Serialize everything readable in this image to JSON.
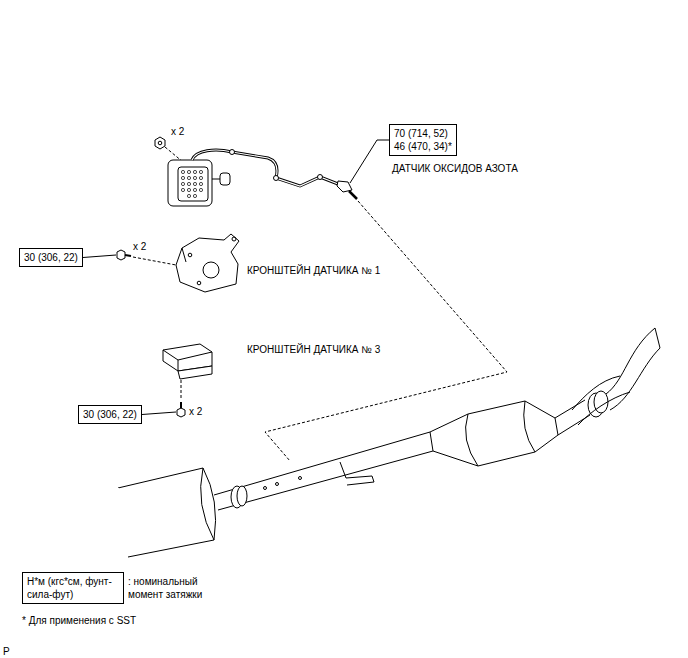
{
  "diagram": {
    "nodes": [
      {
        "text": [
          "70 (714, 52)",
          "46 (470, 34)*"
        ]
      },
      {
        "text": [
          "30 (306, 22)"
        ]
      },
      {
        "text": [
          "30 (306, 22)"
        ]
      },
      {
        "text": [
          "Н*м (кгс*см, фунт-сила-фут)"
        ]
      }
    ],
    "labels": [
      "x 2",
      "ДАТЧИК ОКСИДОВ АЗОТА",
      "x 2",
      "КРОНШТЕЙН ДАТЧИКА № 1",
      "КРОНШТЕЙН ДАТЧИКА № 3",
      "x 2",
      ": номинальный момент затяжки",
      "* Для применения с SST",
      "P"
    ]
  }
}
